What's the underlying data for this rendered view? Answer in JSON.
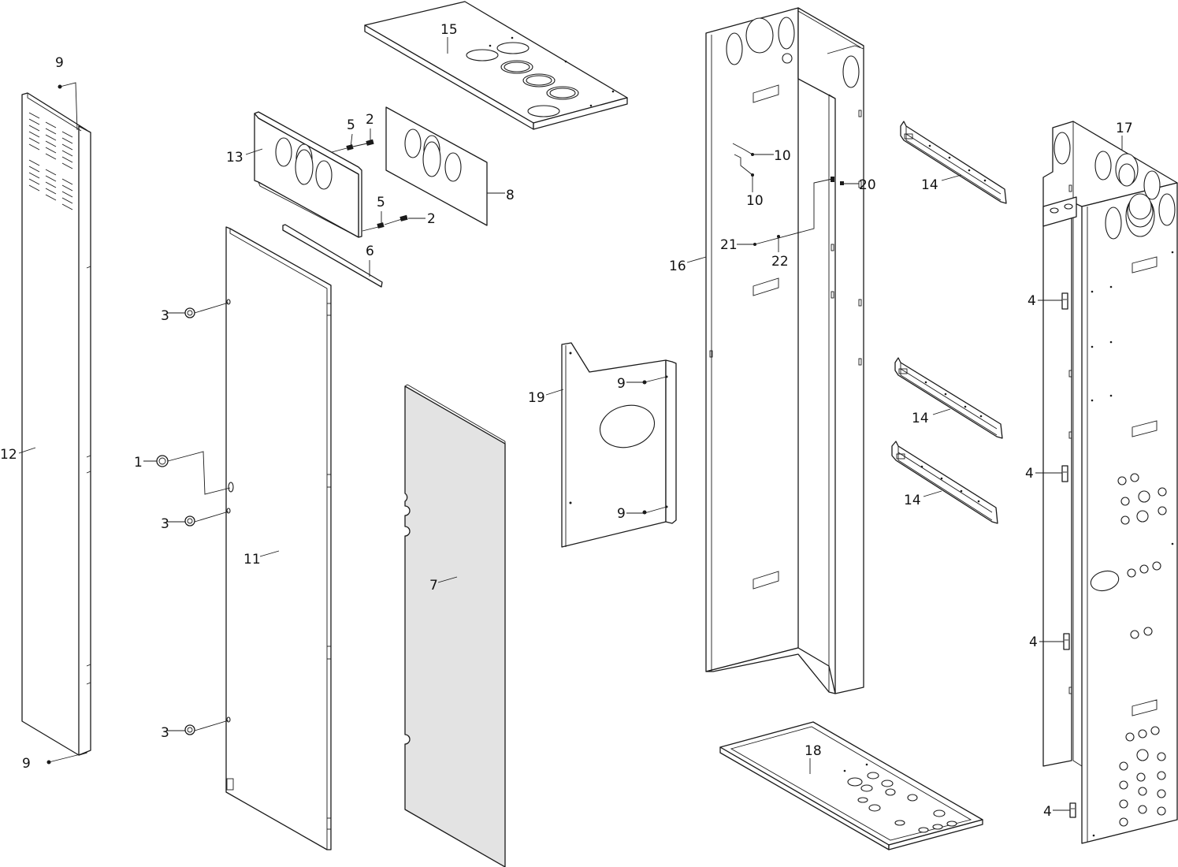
{
  "colors": {
    "line": "#1a1a1a",
    "background": "#ffffff",
    "shaded_panel": "#e3e3e3"
  },
  "labels": {
    "p1": "1",
    "p2a": "2",
    "p2b": "2",
    "p3a": "3",
    "p3b": "3",
    "p3c": "3",
    "p4a": "4",
    "p4b": "4",
    "p4c": "4",
    "p4d": "4",
    "p5a": "5",
    "p5b": "5",
    "p6": "6",
    "p7": "7",
    "p8": "8",
    "p9a": "9",
    "p9b": "9",
    "p9c": "9",
    "p9d": "9",
    "p10a": "10",
    "p10b": "10",
    "p11": "11",
    "p12": "12",
    "p13": "13",
    "p14a": "14",
    "p14b": "14",
    "p14c": "14",
    "p15": "15",
    "p16": "16",
    "p17": "17",
    "p18": "18",
    "p19": "19",
    "p20": "20",
    "p21": "21",
    "p22": "22"
  }
}
